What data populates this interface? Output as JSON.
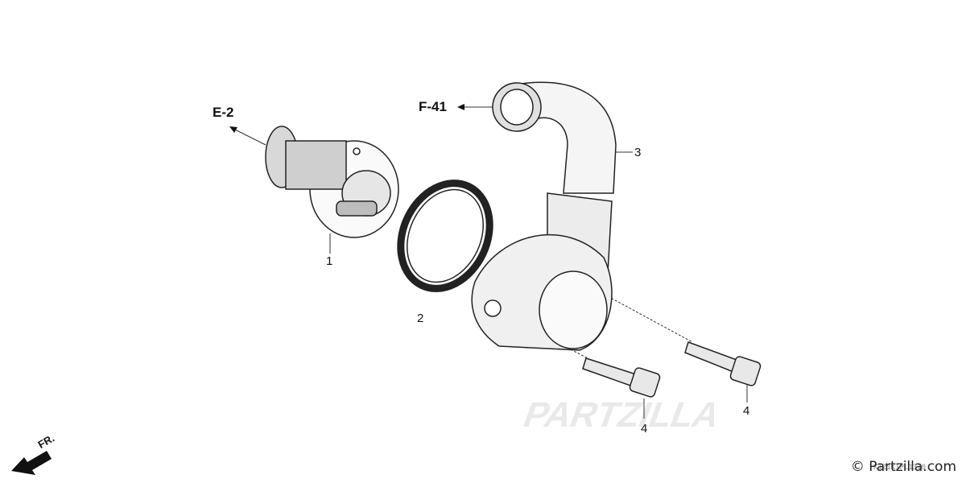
{
  "references": {
    "e2": "E-2",
    "f41": "F-41"
  },
  "callouts": {
    "part1": "1",
    "part2": "2",
    "part3": "3",
    "part4a": "4",
    "part4b": "4"
  },
  "front_marker": "FR.",
  "watermark": "Partzilla",
  "copyright": "© Partzilla.com",
  "diagram_code": "K1Z1K1PL1310",
  "icons": {
    "front": "front-arrow-icon",
    "thermostat": "thermostat-icon",
    "gasket": "o-ring-icon",
    "cover": "thermostat-cover-icon",
    "bolt": "flange-bolt-icon"
  }
}
